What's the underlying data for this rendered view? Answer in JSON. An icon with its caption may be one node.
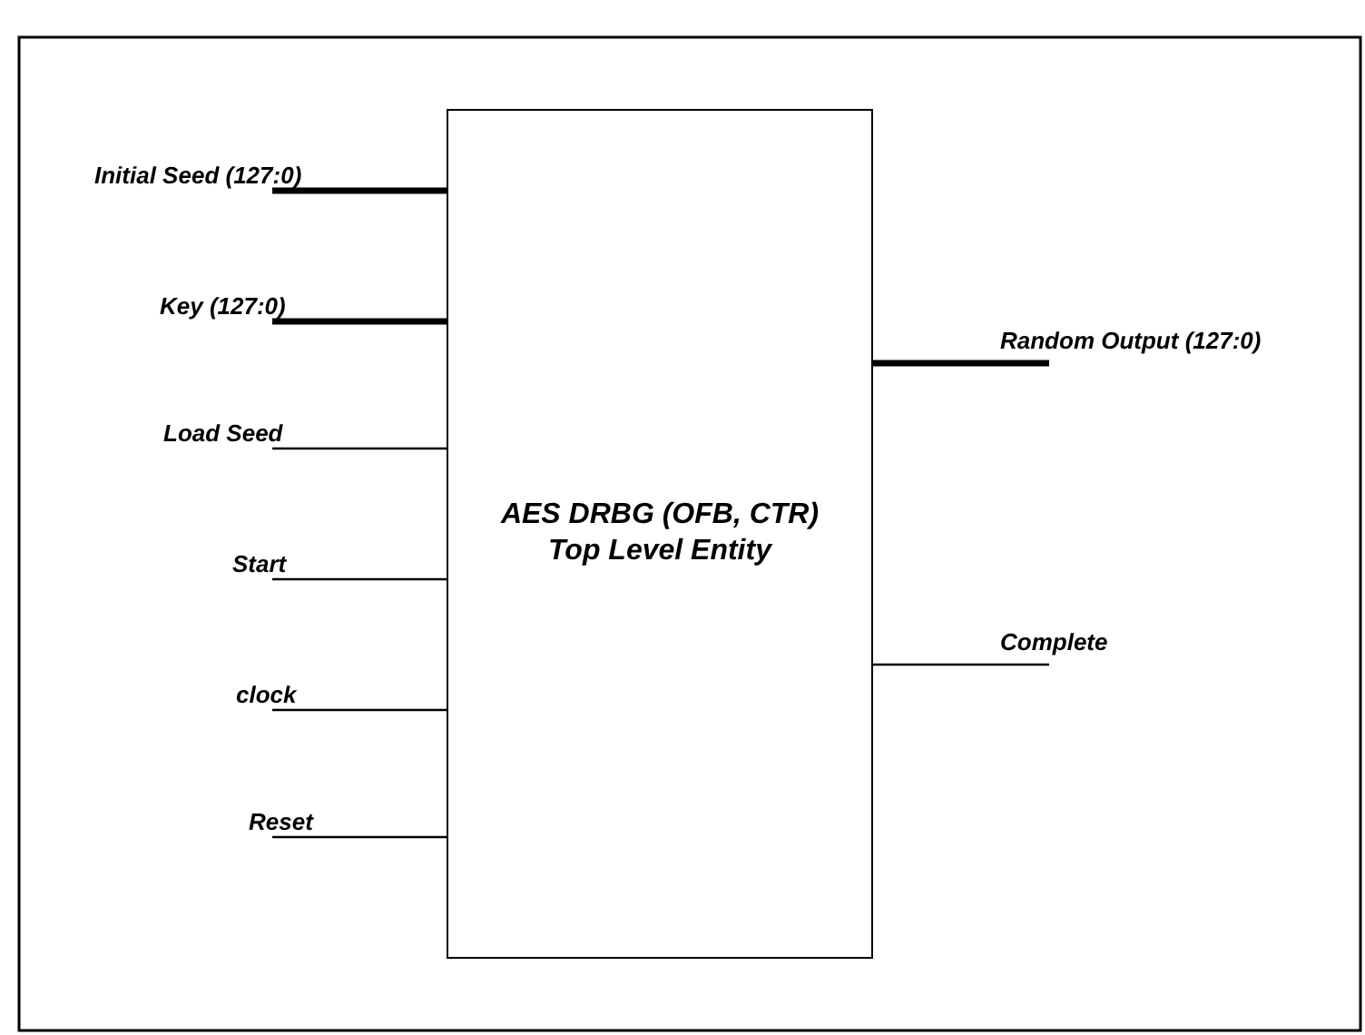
{
  "diagram": {
    "nodes": [
      {
        "text": [
          "AES DRBG (OFB, CTR) Top Level Entity"
        ]
      },
      {
        "text": [
          "Initial Seed (127:0)"
        ]
      },
      {
        "text": [
          "Key (127:0)"
        ]
      },
      {
        "text": [
          "Load Seed"
        ]
      },
      {
        "text": [
          "Start"
        ]
      },
      {
        "text": [
          "clock"
        ]
      },
      {
        "text": [
          "Reset"
        ]
      },
      {
        "text": [
          "Random Output (127:0)"
        ]
      },
      {
        "text": [
          "Complete"
        ]
      }
    ],
    "edges": [
      {
        "from": 1,
        "to": 0,
        "arrow": "none",
        "style": "thick"
      },
      {
        "from": 2,
        "to": 0,
        "arrow": "none",
        "style": "thick"
      },
      {
        "from": 3,
        "to": 0,
        "arrow": "none"
      },
      {
        "from": 4,
        "to": 0,
        "arrow": "none"
      },
      {
        "from": 5,
        "to": 0,
        "arrow": "none"
      },
      {
        "from": 6,
        "to": 0,
        "arrow": "none"
      },
      {
        "from": 0,
        "to": 7,
        "arrow": "none",
        "style": "thick"
      },
      {
        "from": 0,
        "to": 8,
        "arrow": "none"
      }
    ]
  }
}
